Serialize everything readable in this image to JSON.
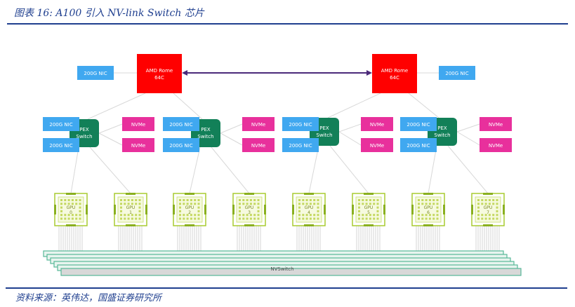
{
  "figure": {
    "title": "图表 16:  A100 引入 NV-link Switch 芯片",
    "source": "资料来源：英伟达，国盛证券研究所"
  },
  "diagram": {
    "cpus": [
      {
        "label_line1": "AMD Rome",
        "label_line2": "64C"
      },
      {
        "label_line1": "AMD Rome",
        "label_line2": "64C"
      }
    ],
    "cpu_nics": [
      "200G NIC",
      "200G NIC"
    ],
    "pex_switches": [
      {
        "label_line1": "PEX",
        "label_line2": "Switch",
        "nics": [
          "200G NIC",
          "200G NIC"
        ],
        "nvme": [
          "NVMe",
          "NVMe"
        ]
      },
      {
        "label_line1": "PEX",
        "label_line2": "Switch",
        "nics": [
          "200G NIC",
          "200G NIC"
        ],
        "nvme": [
          "NVMe",
          "NVMe"
        ]
      },
      {
        "label_line1": "PEX",
        "label_line2": "Switch",
        "nics": [
          "200G NIC",
          "200G NIC"
        ],
        "nvme": [
          "NVMe",
          "NVMe"
        ]
      },
      {
        "label_line1": "PEX",
        "label_line2": "Switch",
        "nics": [
          "200G NIC",
          "200G NIC"
        ],
        "nvme": [
          "NVMe",
          "NVMe"
        ]
      }
    ],
    "gpus": [
      {
        "label": "GPU",
        "index": "0"
      },
      {
        "label": "GPU",
        "index": "1"
      },
      {
        "label": "GPU",
        "index": "2"
      },
      {
        "label": "GPU",
        "index": "3"
      },
      {
        "label": "GPU",
        "index": "4"
      },
      {
        "label": "GPU",
        "index": "5"
      },
      {
        "label": "GPU",
        "index": "6"
      },
      {
        "label": "GPU",
        "index": "7"
      }
    ],
    "nvswitch_label": "NVSwitch",
    "colors": {
      "cpu": "#ff0000",
      "nic": "#40a8f0",
      "nvme": "#e8309c",
      "pex": "#128058",
      "gpu_border": "#a8cc30",
      "nvswitch_fill": "#d8d8d8",
      "nvswitch_edge": "#58b898",
      "cpu_link": "#4b2a7a",
      "connector": "#d8d8d8"
    }
  }
}
